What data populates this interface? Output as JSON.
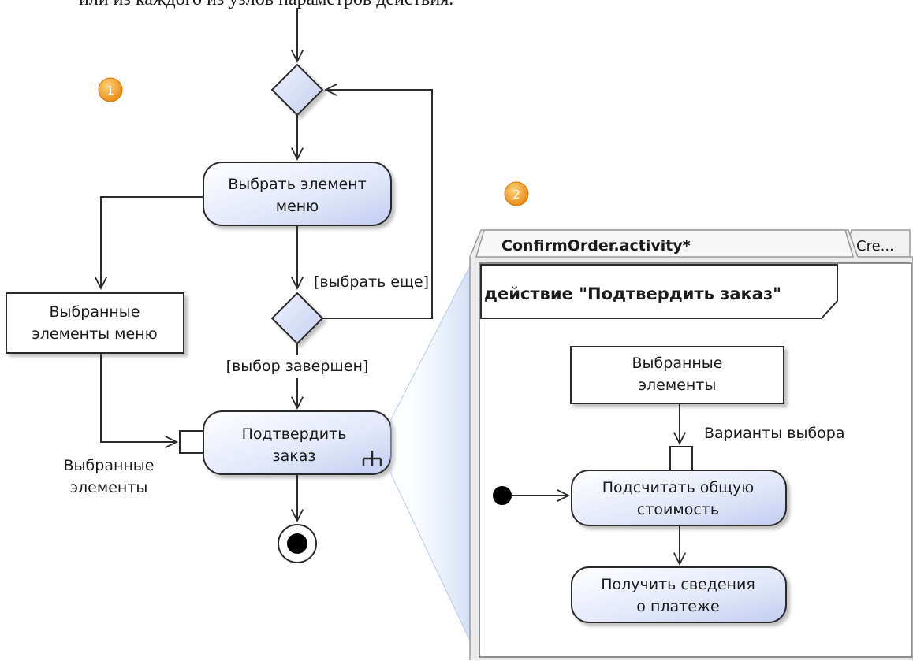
{
  "header_text": "или из каждого из узлов параметров действия.",
  "badges": {
    "one": "1",
    "two": "2"
  },
  "left_diagram": {
    "action_select_item": [
      "Выбрать элемент",
      "меню"
    ],
    "object_selected_items": [
      "Выбранные",
      "элементы меню"
    ],
    "guard_more": "[выбрать еще]",
    "guard_done": "[выбор завершен]",
    "action_confirm": [
      "Подтвердить",
      "заказ"
    ],
    "pin_label": [
      "Выбранные",
      "элементы"
    ]
  },
  "right_panel": {
    "tab_active": "ConfirmOrder.activity*",
    "tab_inactive": "Cre...",
    "frame_title": "действие \"Подтвердить заказ\"",
    "object_selected": [
      "Выбранные",
      "элементы"
    ],
    "pin_label": "Варианты выбора",
    "action_compute": [
      "Подсчитать общую",
      "стоимость"
    ],
    "action_payment": [
      "Получить сведения",
      "о платеже"
    ]
  },
  "colors": {
    "action_fill_light": "#ffffff",
    "action_fill_dark": "#c9d3f2",
    "badge_orange": "#f0a02a",
    "zoom_fill": "#dbe6f7"
  }
}
